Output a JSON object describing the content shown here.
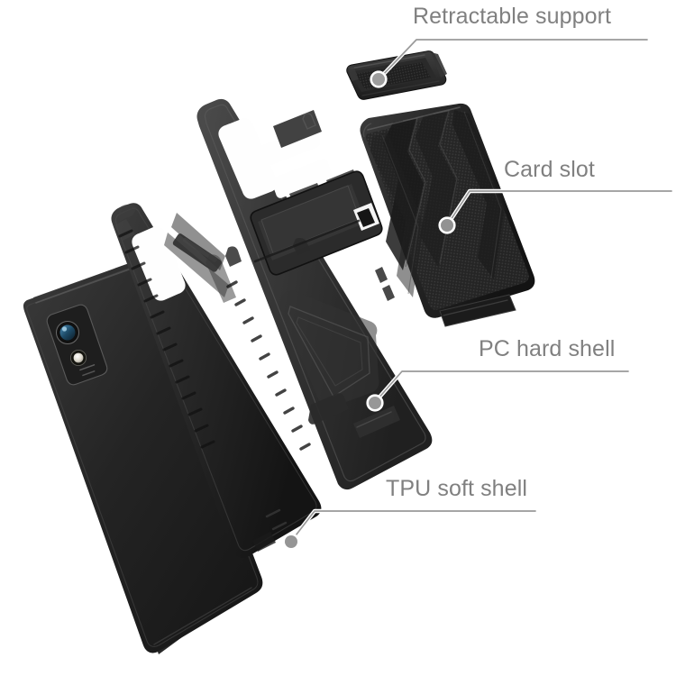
{
  "scene": {
    "background_color": "#ffffff",
    "product": "phone case exploded view",
    "label_color": "#808080",
    "leader_line_color_on_white": "#9a9a9a",
    "leader_line_color_on_dark": "#ffffff"
  },
  "callouts": [
    {
      "id": "retractable-support",
      "label": "Retractable support"
    },
    {
      "id": "card-slot",
      "label": "Card slot"
    },
    {
      "id": "pc-hard-shell",
      "label": "PC hard shell"
    },
    {
      "id": "tpu-soft-shell",
      "label": "TPU soft shell"
    }
  ],
  "parts": {
    "retractable_support": {
      "name": "Retractable support bar",
      "color": "#2e2e2e"
    },
    "card_slot_cover": {
      "name": "Card slot cover plate",
      "color": "#272727"
    },
    "pc_hard_shell": {
      "name": "PC hard shell",
      "color": "#3a3a3a"
    },
    "tpu_soft_shell": {
      "name": "TPU soft shell",
      "color": "#2a2a2a"
    },
    "phone": {
      "name": "Black smartphone",
      "color": "#262626"
    }
  },
  "phone_camera": {
    "module": "dual vertical camera bump",
    "lens_tint": "#2f6f96",
    "flash_color": "#e8e6df"
  }
}
